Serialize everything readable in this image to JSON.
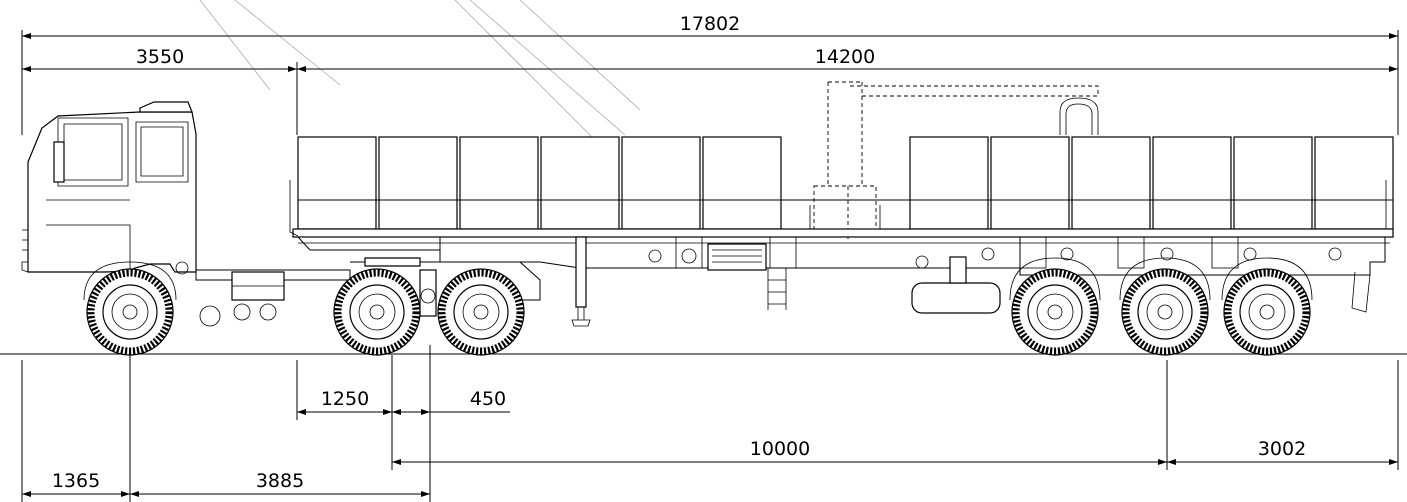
{
  "dimensions": {
    "overall_length": "17802",
    "tractor_front": "3550",
    "trailer_length": "14200",
    "kingpin_offset": "1250",
    "fifth_wheel_offset": "450",
    "trailer_wheelbase": "10000",
    "rear_overhang": "3002",
    "front_overhang": "1365",
    "tractor_wheelbase": "3885"
  },
  "colors": {
    "line": "#000000",
    "background": "#ffffff",
    "reflection": "#aaaaaa"
  }
}
